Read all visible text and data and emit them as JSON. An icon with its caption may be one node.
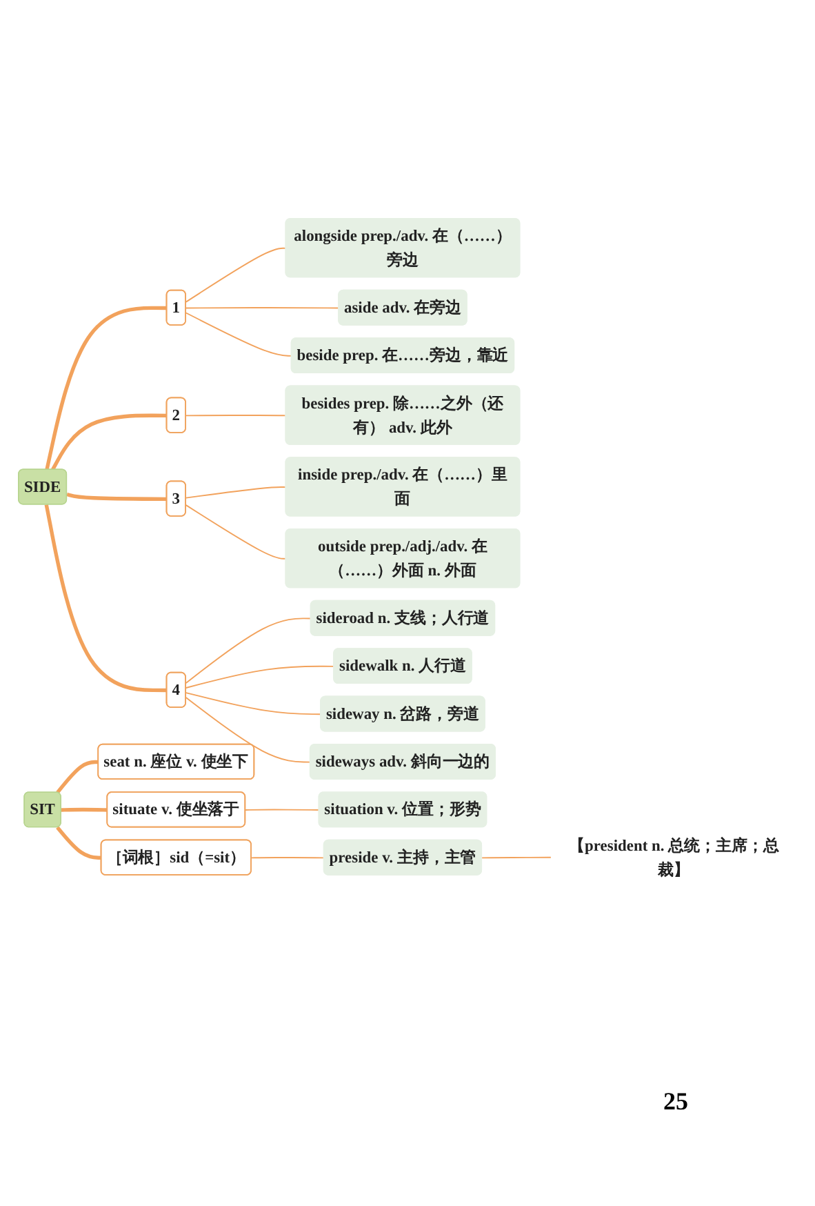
{
  "diagram": {
    "nodes": [
      {
        "text": [
          "SIDE"
        ]
      },
      {
        "text": [
          "1"
        ]
      },
      {
        "text": [
          "alongside prep./adv. 在（……）旁边"
        ]
      },
      {
        "text": [
          "aside adv. 在旁边"
        ]
      },
      {
        "text": [
          "beside prep. 在……旁边，靠近"
        ]
      },
      {
        "text": [
          "2"
        ]
      },
      {
        "text": [
          "besides prep. 除……之外（还有） adv. 此外"
        ]
      },
      {
        "text": [
          "3"
        ]
      },
      {
        "text": [
          "inside prep./adv. 在（……）里面"
        ]
      },
      {
        "text": [
          "outside prep./adj./adv. 在（……）外面 n. 外面"
        ]
      },
      {
        "text": [
          "4"
        ]
      },
      {
        "text": [
          "sideroad n. 支线；人行道"
        ]
      },
      {
        "text": [
          "sidewalk n. 人行道"
        ]
      },
      {
        "text": [
          "sideway n. 岔路，旁道"
        ]
      },
      {
        "text": [
          "sideways adv. 斜向一边的"
        ]
      },
      {
        "text": [
          "SIT"
        ]
      },
      {
        "text": [
          "seat n. 座位 v. 使坐下"
        ]
      },
      {
        "text": [
          "situate v. 使坐落于"
        ]
      },
      {
        "text": [
          "situation v. 位置；形势"
        ]
      },
      {
        "text": [
          "［词根］sid（=sit）"
        ]
      },
      {
        "text": [
          "preside v. 主持，主管"
        ]
      },
      {
        "text": [
          "【president n. 总统；主席；总裁】"
        ]
      }
    ],
    "edges": [
      {
        "from": 0,
        "to": 1,
        "arrow": "none",
        "style": "thick"
      },
      {
        "from": 1,
        "to": 2,
        "arrow": "none"
      },
      {
        "from": 1,
        "to": 3,
        "arrow": "none"
      },
      {
        "from": 1,
        "to": 4,
        "arrow": "none"
      },
      {
        "from": 0,
        "to": 5,
        "arrow": "none",
        "style": "thick"
      },
      {
        "from": 5,
        "to": 6,
        "arrow": "none"
      },
      {
        "from": 0,
        "to": 7,
        "arrow": "none",
        "style": "thick"
      },
      {
        "from": 7,
        "to": 8,
        "arrow": "none"
      },
      {
        "from": 7,
        "to": 9,
        "arrow": "none"
      },
      {
        "from": 0,
        "to": 10,
        "arrow": "none",
        "style": "thick"
      },
      {
        "from": 10,
        "to": 11,
        "arrow": "none"
      },
      {
        "from": 10,
        "to": 12,
        "arrow": "none"
      },
      {
        "from": 10,
        "to": 13,
        "arrow": "none"
      },
      {
        "from": 10,
        "to": 14,
        "arrow": "none"
      },
      {
        "from": 15,
        "to": 16,
        "arrow": "none",
        "style": "thick"
      },
      {
        "from": 15,
        "to": 17,
        "arrow": "none",
        "style": "thick"
      },
      {
        "from": 17,
        "to": 18,
        "arrow": "none"
      },
      {
        "from": 15,
        "to": 19,
        "arrow": "none",
        "style": "thick"
      },
      {
        "from": 19,
        "to": 20,
        "arrow": "none"
      },
      {
        "from": 20,
        "to": 21,
        "arrow": "none"
      }
    ],
    "labels": [
      "25"
    ]
  }
}
